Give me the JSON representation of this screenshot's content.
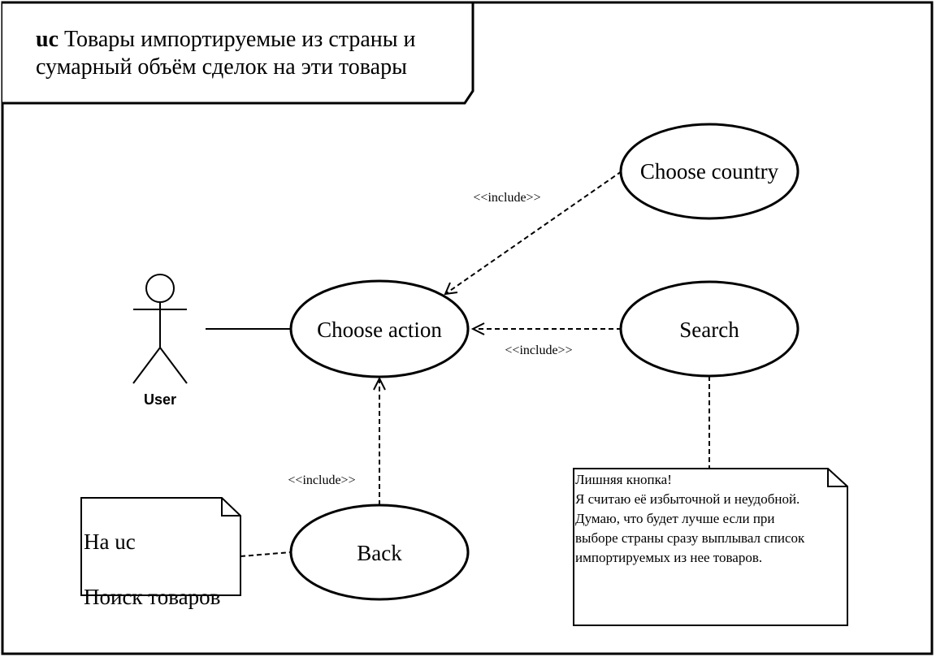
{
  "frame": {
    "keyword": "uc",
    "title": "Товары импортируемые из страны и сумарный объём сделок на эти товары",
    "title_line1": "Товары импортируемые из страны и",
    "title_line2": "сумарный объём сделок на эти товары"
  },
  "actor": {
    "name": "User"
  },
  "use_cases": {
    "choose_action": "Choose action",
    "choose_country": "Choose country",
    "search": "Search",
    "back": "Back"
  },
  "relations": {
    "include_country": "<<include>>",
    "include_search": "<<include>>",
    "include_back": "<<include>>"
  },
  "notes": {
    "back_note": {
      "line1": "На uc",
      "line2": "Поиск товаров"
    },
    "search_note": {
      "lines": [
        "Лишняя кнопка!",
        "Я считаю её избыточной и неудобной.",
        "Думаю, что будет лучше если при",
        "выборе страны сразу выплывал список",
        "импортируемых из нее товаров."
      ]
    }
  }
}
